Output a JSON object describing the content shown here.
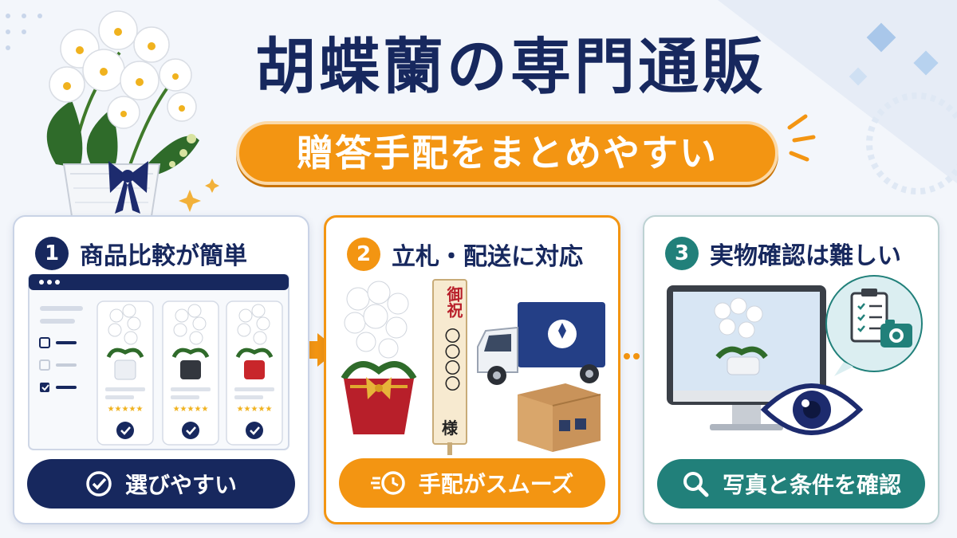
{
  "title": "胡蝶蘭の専門通販",
  "subtitle": "贈答手配をまとめやすい",
  "colors": {
    "navy": "#17285e",
    "orange": "#f39512",
    "teal": "#21807a",
    "background": "#f3f6fb"
  },
  "cards": [
    {
      "number": "1",
      "heading": "商品比較が簡単",
      "button": "選びやすい",
      "button_icon": "check-circle-icon"
    },
    {
      "number": "2",
      "heading": "立札・配送に対応",
      "button": "手配がスムーズ",
      "button_icon": "timer-speed-icon",
      "tag_text_top": "御祝",
      "tag_text_circles": "〇〇〇〇",
      "tag_text_bottom": "様"
    },
    {
      "number": "3",
      "heading": "実物確認は難しい",
      "button": "写真と条件を確認",
      "button_icon": "magnifier-icon"
    }
  ]
}
